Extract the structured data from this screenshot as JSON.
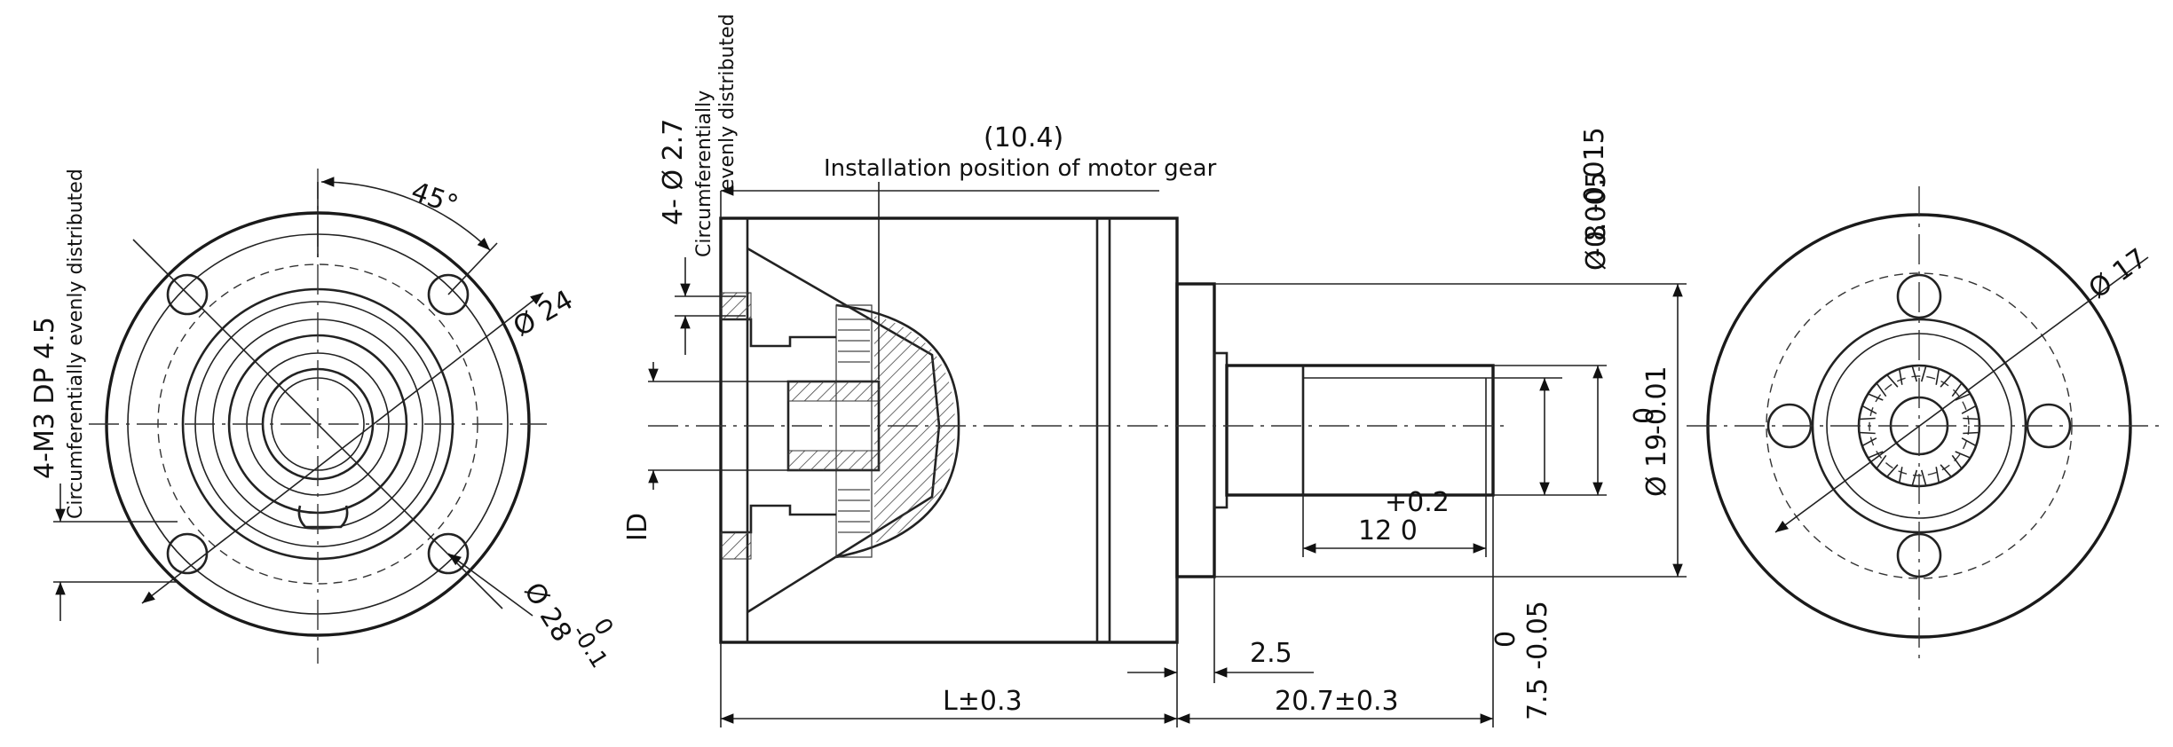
{
  "front_view": {
    "angle_label": "45°",
    "dia24_label": "Ø 24",
    "dia28_label": "Ø 28",
    "dia28_tol_upper": "0",
    "dia28_tol_lower": "-0.1",
    "thread_label": "4-M3  DP  4.5",
    "thread_note": "Circumferentially  evenly distributed"
  },
  "side_view": {
    "hole_label": "4- Ø 2.7",
    "hole_note_line1": "Circumferentially",
    "hole_note_line2": "evenly distributed",
    "gear_offset": "(10.4)",
    "gear_note": "Installation position of motor gear",
    "id_label": "ID",
    "shaft_dia_label": "Ø 8",
    "shaft_tol_upper": "-0.005",
    "shaft_tol_lower": "-0.015",
    "boss_dia_label": "Ø 19",
    "boss_tol_upper": "0",
    "boss_tol_lower": "-0.01",
    "flat_tol_upper": "0",
    "flat_tol_lower": "7.5 -0.05",
    "key_len_main": "12  0",
    "key_len_tol": "+0.2",
    "flange_thk": "2.5",
    "length_label": "L±0.3",
    "shaft_len_label": "20.7±0.3"
  },
  "rear_view": {
    "dia17_label": "Ø 17"
  },
  "colors": {
    "line": "#1a1a1a",
    "background": "#ffffff"
  }
}
